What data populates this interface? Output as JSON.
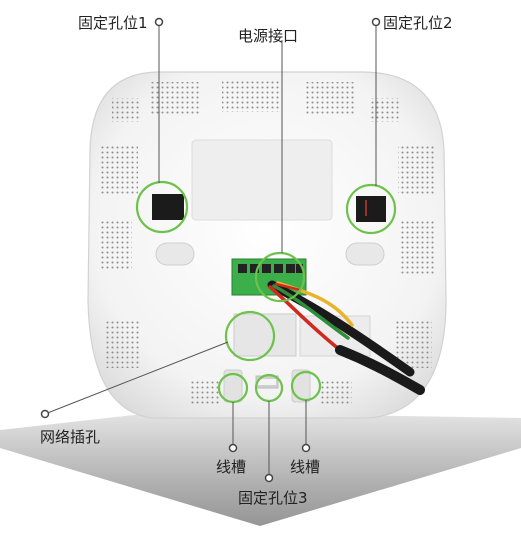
{
  "labels": {
    "fixing_hole_1": "固定孔位1",
    "power_port": "电源接口",
    "fixing_hole_2": "固定孔位2",
    "network_port": "网络插孔",
    "cable_slot_left": "线槽",
    "cable_slot_right": "线槽",
    "fixing_hole_3": "固定孔位3"
  },
  "colors": {
    "highlight_circle": "#6cc24a",
    "device_body": "#f4f4f4",
    "floor": "#9a9a9a",
    "terminal_block": "#3cae4a",
    "wire_red": "#d02a20",
    "wire_yellow": "#e9b42a",
    "wire_green": "#2f8e3a",
    "wire_black": "#1a1a1a"
  }
}
